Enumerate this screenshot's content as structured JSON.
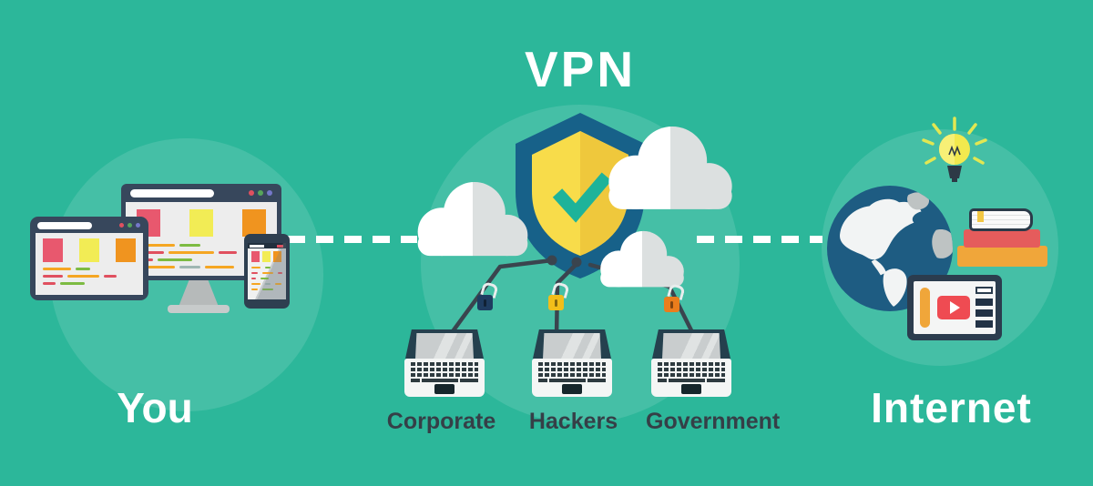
{
  "title": "VPN",
  "left_cluster": {
    "label": "You"
  },
  "right_cluster": {
    "label": "Internet"
  },
  "threats": [
    {
      "label": "Corporate",
      "lock_color": "#1E3C60"
    },
    {
      "label": "Hackers",
      "lock_color": "#F2BE1A"
    },
    {
      "label": "Government",
      "lock_color": "#EA7D1C"
    }
  ],
  "icons": {
    "shield-check-icon": "yellow shield with teal checkmark in navy crest",
    "cloud-icon": "two-tone flat cloud",
    "padlock-open-icon": "open padlock above each laptop",
    "laptop-icon": "laptop with keyboard",
    "desktop-monitor-icon": "browser window on monitor",
    "tablet-icon": "browser window on tablet",
    "smartphone-icon": "browser window on phone",
    "globe-icon": "world globe",
    "lightbulb-icon": "glowing idea bulb",
    "books-icon": "stack of books",
    "video-player-icon": "media player with play button",
    "dashed-connector": "white dashed tunnel line"
  },
  "colors": {
    "background": "#2CB79A",
    "halo": "rgba(255,255,255,0.12)",
    "white": "#FFFFFF",
    "label_dark": "#353F47",
    "shield_outline": "#176189",
    "shield_yellow": "#F8DC4A",
    "shield_yellow_dark": "#EFC83C",
    "check": "#1EB39A",
    "cloud_white": "#FFFFFF",
    "cloud_gray": "#DCE0E0",
    "connector": "#3A444E",
    "frame_navy": "#37475C",
    "laptop_navy": "#25404E",
    "stand_gray": "#B6BABA",
    "sq_pink": "#E8586E",
    "sq_yellow": "#F2EC55",
    "sq_orange": "#F0941F",
    "globe_blue": "#1E5C82",
    "continent_white": "#F2F4F4",
    "continent_gray": "#BEC3C3",
    "bulb_yellow": "#F2E94E",
    "ray_yellow": "#E2E752",
    "bulb_base": "#2D3A46",
    "book_red": "#E55C5C",
    "book_orange": "#F0A63A",
    "bookmark": "#F2C744",
    "play_red": "#EF4B52",
    "tablet_navy": "#2B3C4E",
    "list_navy": "#223246"
  }
}
